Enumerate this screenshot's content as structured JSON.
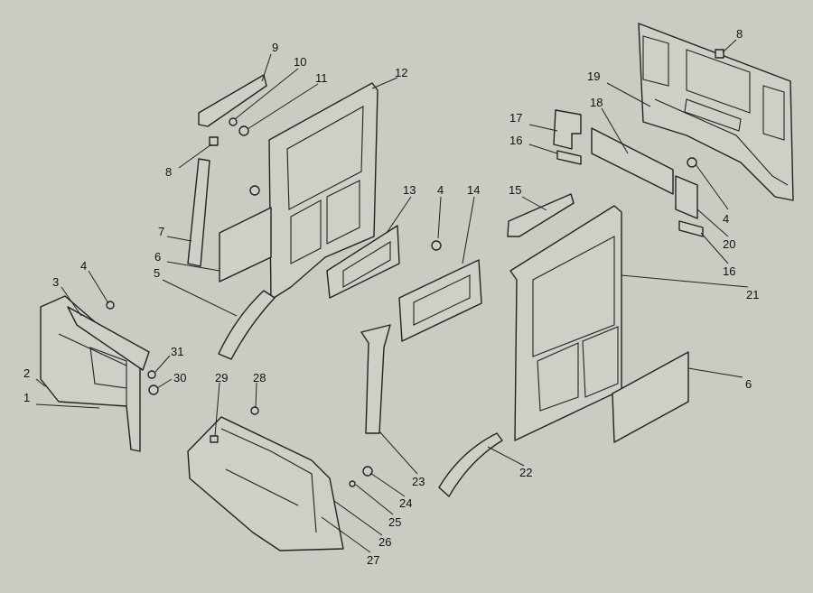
{
  "title": "Cab interior trim panels exploded parts diagram",
  "callouts": {
    "c1": "1",
    "c2": "2",
    "c3": "3",
    "c4a": "4",
    "c4b": "4",
    "c4c": "4",
    "c5": "5",
    "c6a": "6",
    "c6b": "6",
    "c7": "7",
    "c8a": "8",
    "c8b": "8",
    "c9": "9",
    "c10": "10",
    "c11": "11",
    "c12": "12",
    "c13": "13",
    "c14": "14",
    "c15": "15",
    "c16a": "16",
    "c16b": "16",
    "c17": "17",
    "c18": "18",
    "c19": "19",
    "c20": "20",
    "c21": "21",
    "c22": "22",
    "c23": "23",
    "c24": "24",
    "c25": "25",
    "c26": "26",
    "c27": "27",
    "c28": "28",
    "c29": "29",
    "c30": "30",
    "c31": "31"
  }
}
